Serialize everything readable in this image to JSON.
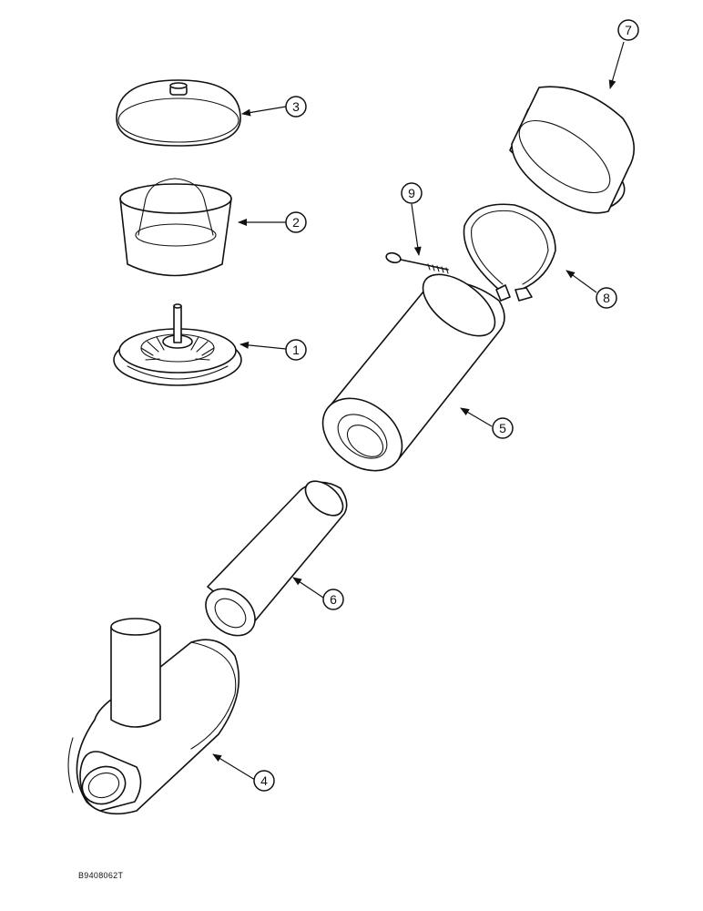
{
  "diagram": {
    "callouts": [
      {
        "id": "cap",
        "label": "3"
      },
      {
        "id": "bowl",
        "label": "2"
      },
      {
        "id": "baffle",
        "label": "1"
      },
      {
        "id": "band",
        "label": "7"
      },
      {
        "id": "bolt",
        "label": "9"
      },
      {
        "id": "clamp",
        "label": "8"
      },
      {
        "id": "outer-element",
        "label": "5"
      },
      {
        "id": "inner-element",
        "label": "6"
      },
      {
        "id": "housing",
        "label": "4"
      }
    ],
    "reference_code": "B9408062T"
  }
}
